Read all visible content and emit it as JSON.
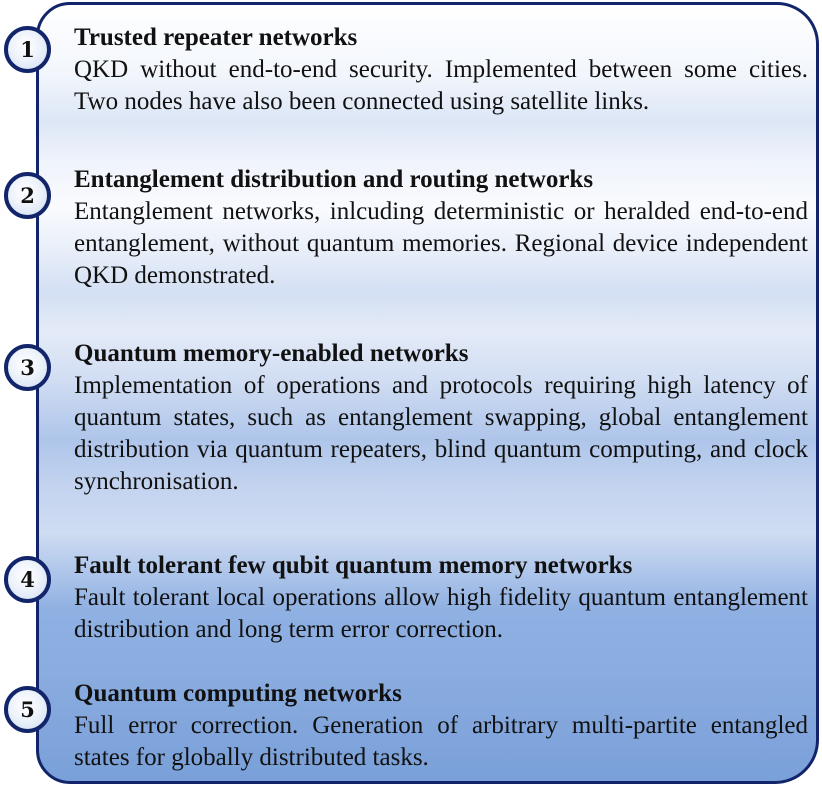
{
  "items": [
    {
      "number": "1",
      "title": "Trusted repeater networks",
      "description": "QKD without end-to-end security. Implemented between some cities. Two nodes have also been connected using satellite links."
    },
    {
      "number": "2",
      "title": "Entanglement distribution and routing networks",
      "description": "Entanglement networks, inlcuding deterministic or heralded end-to-end entanglement, without quantum memories. Regional device independent QKD demonstrated."
    },
    {
      "number": "3",
      "title": "Quantum memory-enabled networks",
      "description": "Implementation of operations and protocols requiring high la­tency of quantum states, such as entanglement swapping, global entanglement distribution via quantum repeaters, blind quantum computing, and clock synchronisation."
    },
    {
      "number": "4",
      "title": "Fault tolerant few qubit quantum memory networks",
      "description": "Fault tolerant local operations allow high fidelity quantum en­tanglement distribution and long term error correction."
    },
    {
      "number": "5",
      "title": "Quantum computing networks",
      "description": "Full error correction. Generation of arbitrary multi-partite en­tangled states for globally distributed tasks."
    }
  ]
}
